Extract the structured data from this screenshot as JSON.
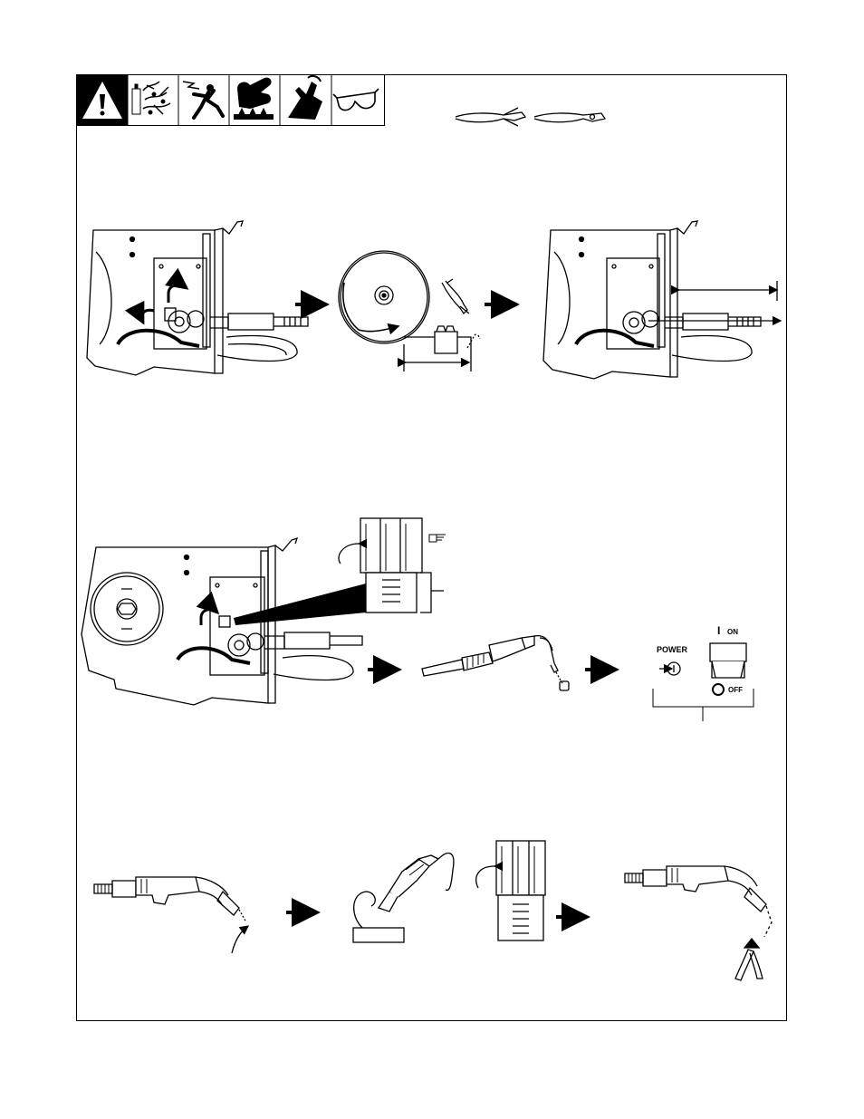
{
  "switch": {
    "power_label": "POWER",
    "on_label": "ON",
    "off_label": "OFF",
    "on_symbol": "I",
    "off_symbol": "O"
  },
  "warning_icons": [
    "warning-triangle-icon",
    "fumes-gas-icon",
    "electric-shock-icon",
    "hot-parts-icon",
    "moving-parts-icon",
    "safety-glasses-icon"
  ],
  "tool_icons": [
    "wire-cutters-icon",
    "pliers-icon"
  ],
  "note_icon": "pointing-hand-icon",
  "colors": {
    "line": "#000000",
    "background": "#ffffff"
  }
}
